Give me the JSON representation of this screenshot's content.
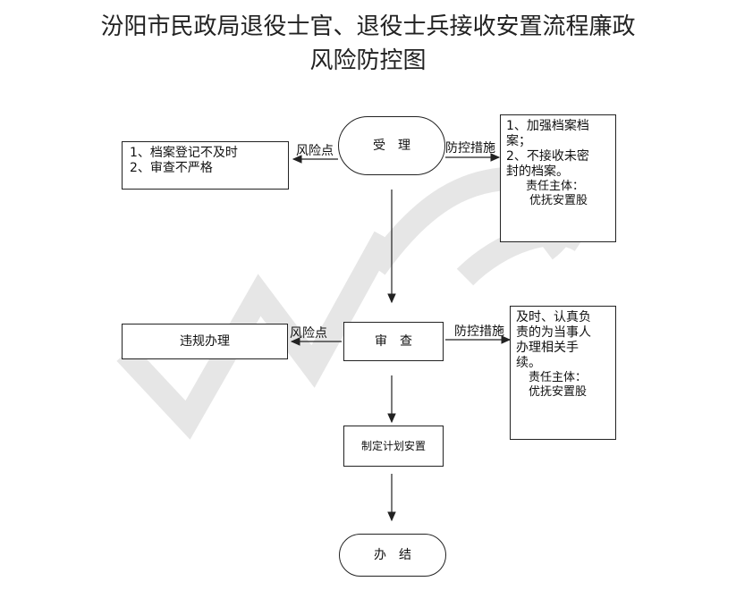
{
  "title": {
    "line1": "汾阳市民政局退役士官、退役士兵接收安置流程廉政",
    "line2": "风险防控图"
  },
  "nodes": {
    "accept": "受　理",
    "review": "审　查",
    "plan": "制定计划安置",
    "finish": "办　结"
  },
  "risk_boxes": {
    "accept": [
      "1、档案登记不及时",
      "2、审查不严格"
    ],
    "review": [
      "违规办理"
    ]
  },
  "control_boxes": {
    "accept": {
      "lines": [
        "1、加强档案档",
        "案；",
        "2、不接收未密",
        "封的档案。"
      ],
      "responsible_label": "责任主体：",
      "responsible": "优抚安置股"
    },
    "review": {
      "lines": [
        "及时、认真负",
        "责的为当事人",
        "办理相关手",
        "续。"
      ],
      "responsible_label": "责任主体：",
      "responsible": "优抚安置股"
    }
  },
  "labels": {
    "risk_point": "风险点",
    "control_measure": "防控措施"
  },
  "watermark": "WPS"
}
